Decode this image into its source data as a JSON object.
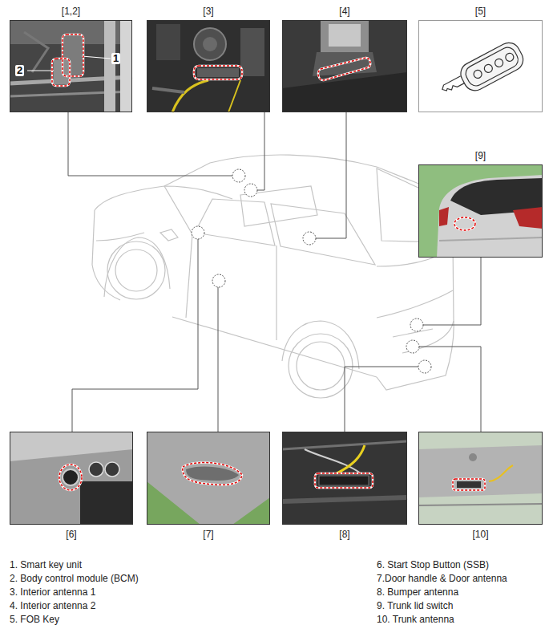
{
  "diagram": {
    "nodes": [
      {
        "text": [
          "[1,2]"
        ]
      },
      {
        "text": [
          "[3]"
        ]
      },
      {
        "text": [
          "[4]"
        ]
      },
      {
        "text": [
          "[5]"
        ]
      },
      {
        "text": [
          "[9]"
        ]
      },
      {
        "text": [
          "[6]"
        ]
      },
      {
        "text": [
          "[7]"
        ]
      },
      {
        "text": [
          "[8]"
        ]
      },
      {
        "text": [
          "[10]"
        ]
      }
    ],
    "labels": [
      "1",
      "2",
      "1. Smart key unit",
      "2. Body control module (BCM)",
      "3. Interior antenna 1",
      "4. Interior antenna 2",
      "5. FOB Key",
      "6. Start Stop Button (SSB)",
      "7.Door handle & Door antenna",
      "8. Bumper antenna",
      "9. Trunk lid switch",
      "10. Trunk antenna"
    ]
  }
}
